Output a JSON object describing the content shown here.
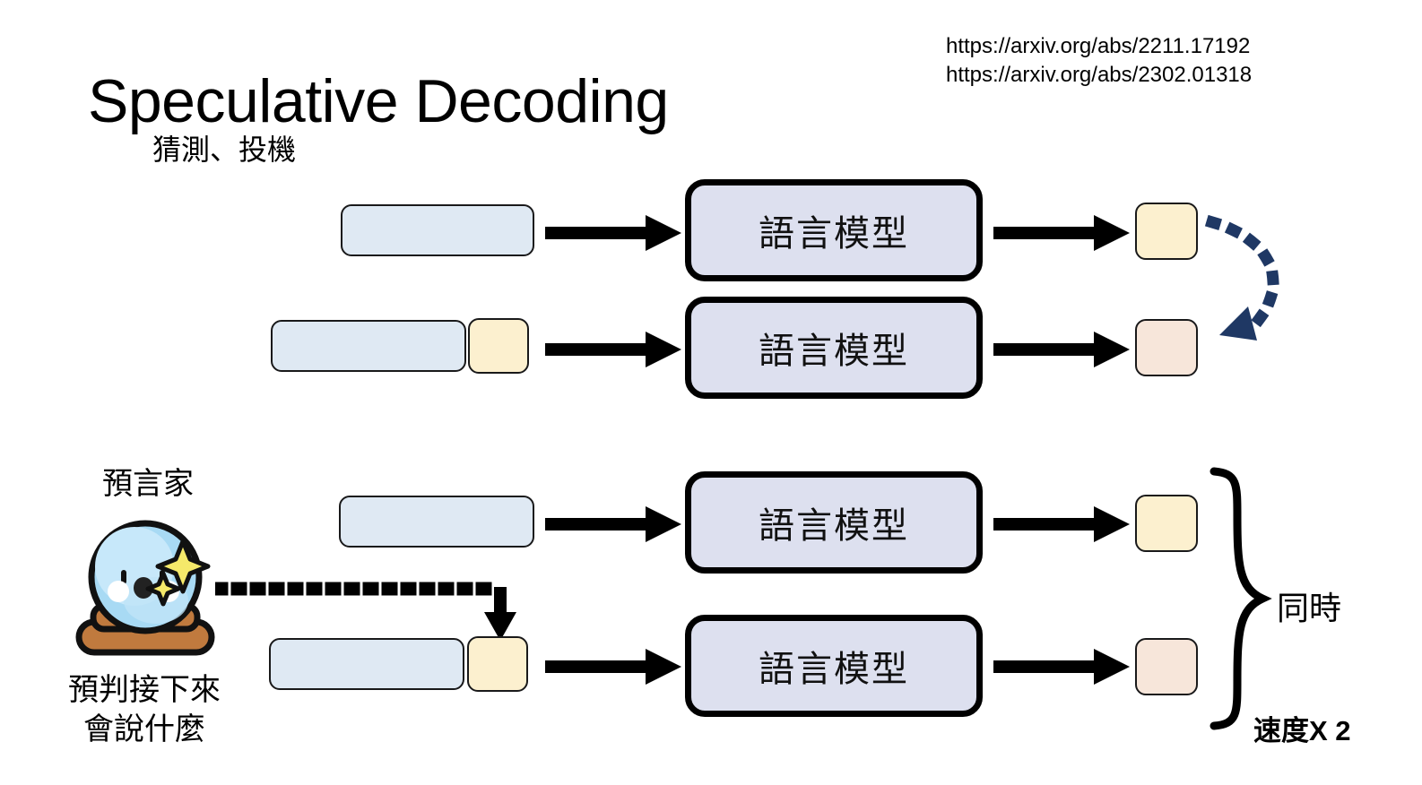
{
  "slide": {
    "title": "Speculative Decoding",
    "subtitle": "猜測、投機",
    "references": [
      "https://arxiv.org/abs/2211.17192",
      "https://arxiv.org/abs/2302.01318"
    ]
  },
  "labels": {
    "language_model": "語言模型",
    "prophet": "預言家",
    "prophet_caption_line1": "預判接下來",
    "prophet_caption_line2": "會說什麼",
    "simultaneous": "同時",
    "speedup": "速度X 2"
  },
  "colors": {
    "input_box": "#dfe9f3",
    "yellow_box": "#fcf0cf",
    "peach_box": "#f7e6da",
    "lm_box": "#dde0ef",
    "outline": "#19191a",
    "dotted_arrow_navy": "#1f3864",
    "ball_blue": "#a8daf4",
    "ball_blue_light": "#c7e8fa",
    "sparkle_yellow": "#f5e96a",
    "base_brown": "#c07a3e"
  },
  "sections": {
    "top": {
      "rows": [
        {
          "input": "",
          "appended": null,
          "output": "yellow"
        },
        {
          "input": "",
          "appended": "yellow",
          "output": "peach"
        }
      ]
    },
    "bottom": {
      "rows": [
        {
          "input": "",
          "appended": null,
          "output": "yellow"
        },
        {
          "input": "",
          "appended": "yellow",
          "output": "peach"
        }
      ]
    }
  },
  "icons": {
    "crystal_ball": "crystal-ball-icon",
    "sparkle": "sparkle-icon",
    "arrow_right": "arrow-right-icon",
    "dotted_curve_arrow": "dotted-curved-arrow-icon",
    "dotted_down_arrow": "dotted-down-arrow-icon",
    "brace": "curly-brace-icon"
  }
}
